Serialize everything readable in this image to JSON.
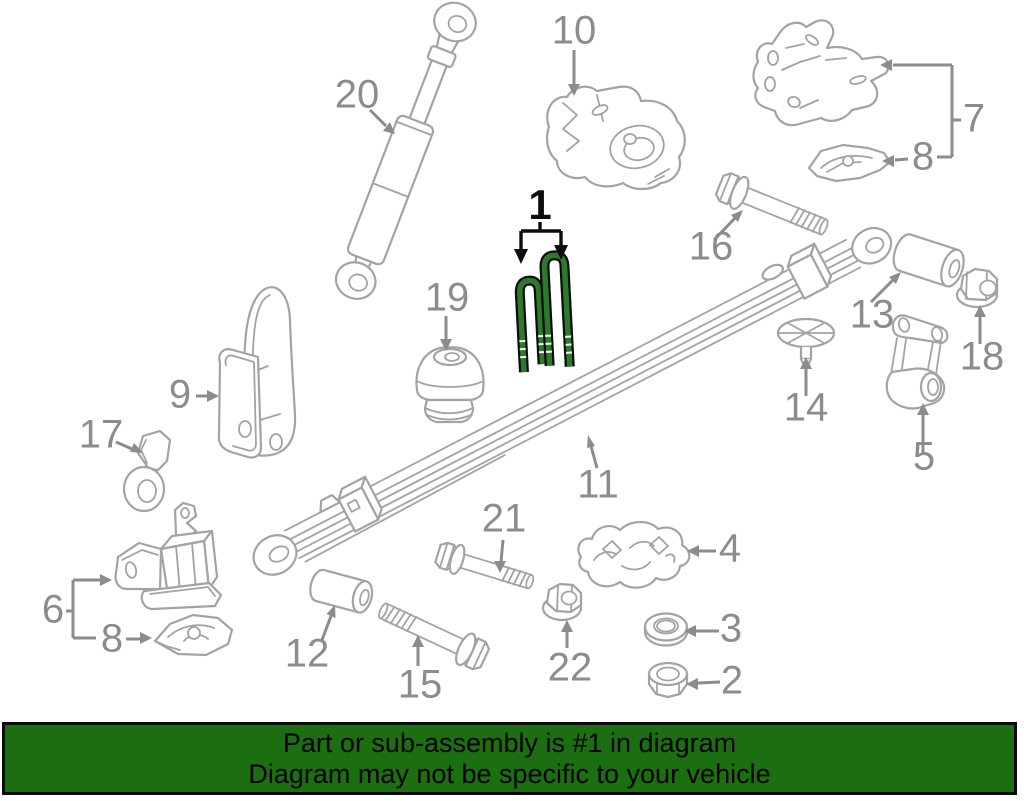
{
  "colors": {
    "background": "#ffffff",
    "line": "#a3a3a3",
    "label": "#8c8c8c",
    "highlight": "#2c7a2c",
    "highlight_outline": "#0d0d0d",
    "banner_bg": "#1c6f10",
    "banner_text": "#000000"
  },
  "banner": {
    "line1": "Part or sub-assembly is #1 in diagram",
    "line2": "Diagram may not be specific to your vehicle"
  },
  "callouts": {
    "n1": "1",
    "n2": "2",
    "n3": "3",
    "n4": "4",
    "n5": "5",
    "n6": "6",
    "n7": "7",
    "n8": "8",
    "n8b": "8",
    "n9": "9",
    "n10": "10",
    "n11": "11",
    "n12": "12",
    "n13": "13",
    "n14": "14",
    "n15": "15",
    "n16": "16",
    "n17": "17",
    "n18": "18",
    "n19": "19",
    "n20": "20",
    "n21": "21",
    "n22": "22"
  }
}
